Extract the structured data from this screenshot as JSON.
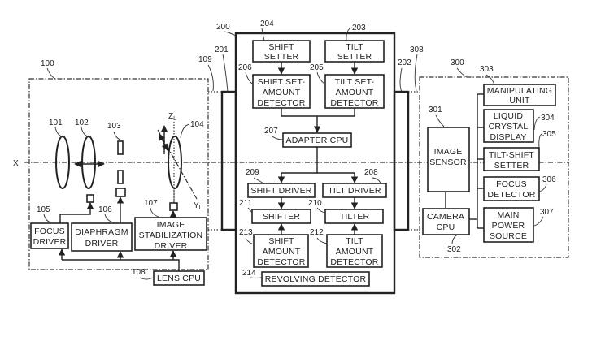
{
  "diagram": {
    "axis_label": "X",
    "lens_unit": {
      "ref": "100",
      "connector_ref": "109",
      "lens_refs": [
        "101",
        "102",
        "103",
        "104"
      ],
      "axis_z": "Z",
      "axis_z_sub": "L",
      "axis_y": "Y",
      "axis_y_sub": "L",
      "focus_driver": {
        "ref": "105",
        "lines": [
          "FOCUS",
          "DRIVER"
        ]
      },
      "diaphragm_driver": {
        "ref": "106",
        "lines": [
          "DIAPHRAGM",
          "DRIVER"
        ]
      },
      "stabilization_driver": {
        "ref": "107",
        "lines": [
          "IMAGE",
          "STABILIZATION",
          "DRIVER"
        ]
      },
      "lens_cpu": {
        "ref": "108",
        "lines": [
          "LENS CPU"
        ]
      }
    },
    "adapter": {
      "ref": "200",
      "mount_left_ref": "201",
      "mount_right_ref": "202",
      "shift_setter": {
        "ref": "204",
        "lines": [
          "SHIFT",
          "SETTER"
        ]
      },
      "tilt_setter": {
        "ref": "203",
        "lines": [
          "TILT",
          "SETTER"
        ]
      },
      "shift_set_amount_detector": {
        "ref": "206",
        "lines": [
          "SHIFT SET-",
          "AMOUNT",
          "DETECTOR"
        ]
      },
      "tilt_set_amount_detector": {
        "ref": "205",
        "lines": [
          "TILT SET-",
          "AMOUNT",
          "DETECTOR"
        ]
      },
      "adapter_cpu": {
        "ref": "207",
        "lines": [
          "ADAPTER CPU"
        ]
      },
      "shift_driver": {
        "ref": "209",
        "lines": [
          "SHIFT DRIVER"
        ]
      },
      "tilt_driver": {
        "ref": "208",
        "lines": [
          "TILT DRIVER"
        ]
      },
      "shifter": {
        "ref": "211",
        "lines": [
          "SHIFTER"
        ]
      },
      "tilter": {
        "ref": "210",
        "lines": [
          "TILTER"
        ]
      },
      "shift_amount_detector": {
        "ref": "213",
        "lines": [
          "SHIFT",
          "AMOUNT",
          "DETECTOR"
        ]
      },
      "tilt_amount_detector": {
        "ref": "212",
        "lines": [
          "TILT",
          "AMOUNT",
          "DETECTOR"
        ]
      },
      "revolving_detector": {
        "ref": "214",
        "lines": [
          "REVOLVING DETECTOR"
        ]
      }
    },
    "camera": {
      "ref": "300",
      "connector_ref": "308",
      "image_sensor": {
        "ref": "301",
        "lines": [
          "IMAGE",
          "SENSOR"
        ]
      },
      "camera_cpu": {
        "ref": "302",
        "lines": [
          "CAMERA",
          "CPU"
        ]
      },
      "manipulating_unit": {
        "ref": "303",
        "lines": [
          "MANIPULATING",
          "UNIT"
        ]
      },
      "lcd": {
        "ref": "304",
        "lines": [
          "LIQUID",
          "CRYSTAL",
          "DISPLAY"
        ]
      },
      "tilt_shift_setter": {
        "ref": "305",
        "lines": [
          "TILT-SHIFT",
          "SETTER"
        ]
      },
      "focus_detector": {
        "ref": "306",
        "lines": [
          "FOCUS",
          "DETECTOR"
        ]
      },
      "main_power_source": {
        "ref": "307",
        "lines": [
          "MAIN",
          "POWER",
          "SOURCE"
        ]
      }
    }
  }
}
